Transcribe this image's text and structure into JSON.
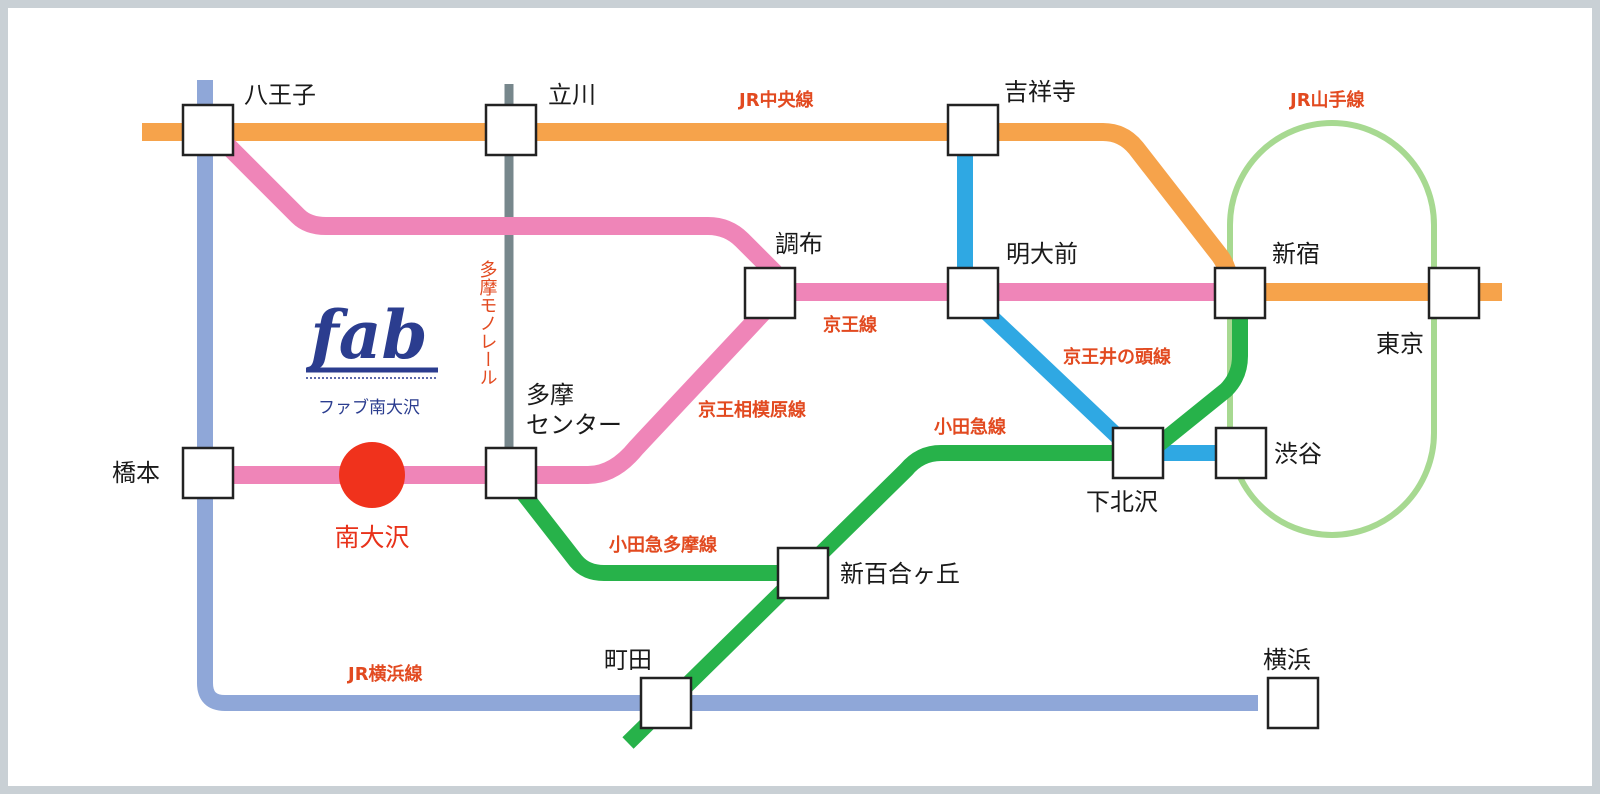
{
  "colors": {
    "jr_chuo": "#f6a34b",
    "jr_yamanote": "#a7d991",
    "jr_yokohama": "#8fa7d8",
    "keio": "#ef85b8",
    "keio_inokashira": "#2fa8e3",
    "odakyu": "#27b24a",
    "tama_monorail": "#77878c",
    "label_red": "#e24a20",
    "current_location": "#f0321c",
    "logo_navy": "#2b3d8f"
  },
  "logo": {
    "text": "fab",
    "subtitle": "ファブ南大沢"
  },
  "current_location": {
    "label": "南大沢"
  },
  "lines": {
    "jr_chuo": "JR中央線",
    "jr_yamanote": "JR山手線",
    "jr_yokohama": "JR横浜線",
    "keio": "京王線",
    "keio_sagamihara": "京王相模原線",
    "keio_inokashira": "京王井の頭線",
    "odakyu": "小田急線",
    "odakyu_tama": "小田急多摩線",
    "tama_monorail": "多摩モノレール"
  },
  "stations": {
    "hachioji": "八王子",
    "tachikawa": "立川",
    "kichijoji": "吉祥寺",
    "chofu": "調布",
    "meidaimae": "明大前",
    "shinjuku": "新宿",
    "tokyo": "東京",
    "hashimoto": "橋本",
    "tama_center_1": "多摩",
    "tama_center_2": "センター",
    "shimokitazawa": "下北沢",
    "shibuya": "渋谷",
    "shinyurigaoka": "新百合ヶ丘",
    "machida": "町田",
    "yokohama": "横浜"
  }
}
